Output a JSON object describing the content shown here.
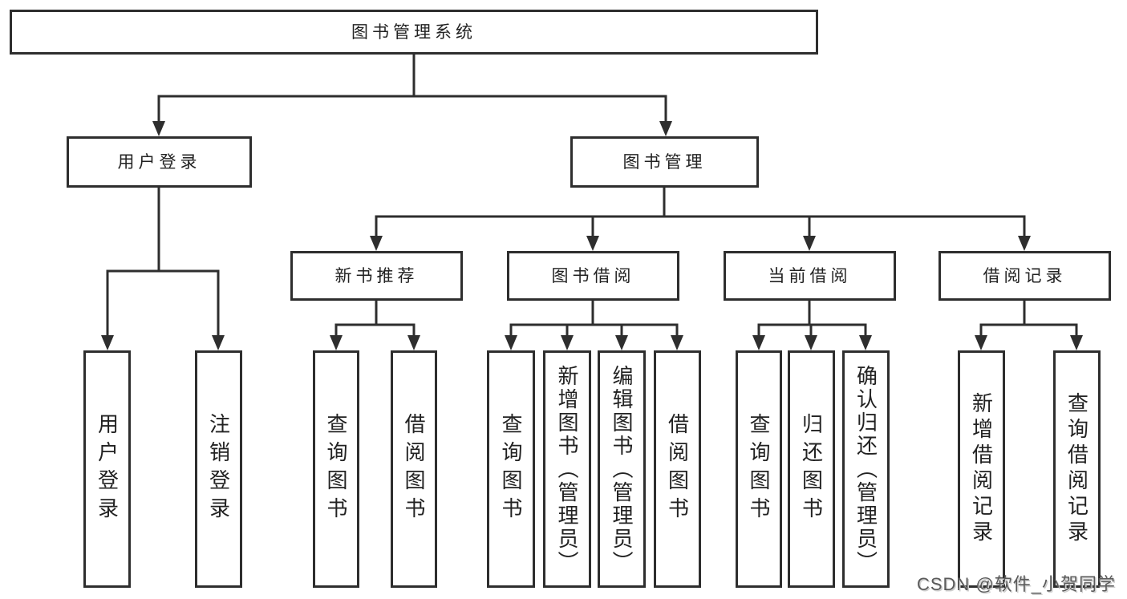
{
  "diagram": {
    "root": "图书管理系统",
    "level2": {
      "user_login": "用户登录",
      "book_mgmt": "图书管理"
    },
    "level3": {
      "new_books": "新书推荐",
      "book_borrow": "图书借阅",
      "current_borrow": "当前借阅",
      "borrow_records": "借阅记录"
    },
    "leaves": {
      "user_login": [
        "用户登录",
        "注销登录"
      ],
      "new_books": [
        "查询图书",
        "借阅图书"
      ],
      "book_borrow": [
        "查询图书",
        "新增图书（管理员）",
        "编辑图书（管理员）",
        "借阅图书"
      ],
      "current_borrow": [
        "查询图书",
        "归还图书",
        "确认归还（管理员）"
      ],
      "borrow_records": [
        "新增借阅记录",
        "查询借阅记录"
      ]
    }
  },
  "watermark": "CSDN @软件_小贺同学",
  "colors": {
    "line": "#2e2e2e",
    "text": "#222222",
    "bg": "#ffffff",
    "watermark": "#5a5a5a"
  }
}
